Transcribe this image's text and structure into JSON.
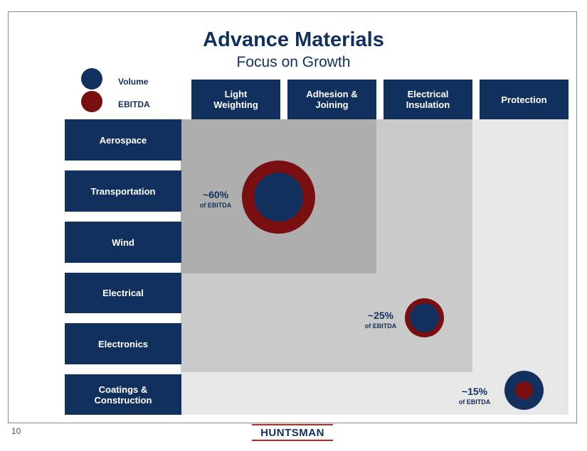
{
  "title": "Advance Materials",
  "subtitle": "Focus on Growth",
  "legend": [
    {
      "label": "Volume",
      "color": "#12305e"
    },
    {
      "label": "EBITDA",
      "color": "#7a0f12"
    }
  ],
  "columns": [
    "Light\nWeighting",
    "Adhesion &\nJoining",
    "Electrical\nInsulation",
    "Protection"
  ],
  "rows": [
    "Aerospace",
    "Transportation",
    "Wind",
    "Electrical",
    "Electronics",
    "Coatings &\nConstruction"
  ],
  "segments": [
    {
      "pct": "~60%",
      "label": "of EBITDA"
    },
    {
      "pct": "~25%",
      "label": "of EBITDA"
    },
    {
      "pct": "~15%",
      "label": "of EBITDA"
    }
  ],
  "page_number": "10",
  "logo_text": "HUNTSMAN",
  "colors": {
    "navy": "#12305e",
    "maroon": "#7a0f12",
    "zone_light": "#e7e7e7",
    "zone_mid": "#cacaca",
    "zone_dark": "#aeaeae",
    "logo_red": "#c0281e"
  }
}
